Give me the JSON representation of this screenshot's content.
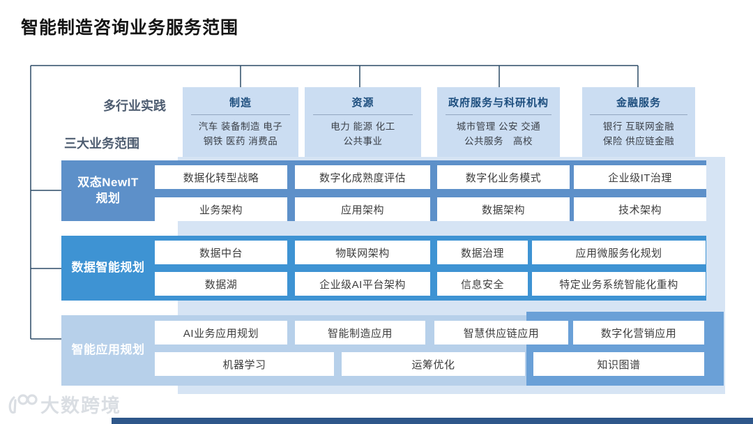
{
  "title": "智能制造咨询业务服务范围",
  "side_labels": {
    "industries": "多行业实践",
    "scopes": "三大业务范围"
  },
  "industry_columns": [
    {
      "title": "制造",
      "line1": "汽车 装备制造 电子",
      "line2": "钢铁 医药 消费品"
    },
    {
      "title": "资源",
      "line1": "电力 能源 化工",
      "line2": "公共事业"
    },
    {
      "title": "政府服务与科研机构",
      "line1": "城市管理 公安 交通",
      "line2": "公共服务　高校"
    },
    {
      "title": "金融服务",
      "line1": "银行 互联网金融",
      "line2": "保险 供应链金融"
    }
  ],
  "business_rows": [
    {
      "label_line1": "双态NewIT",
      "label_line2": "规划",
      "cols": [
        [
          "数据化转型战略",
          "业务架构"
        ],
        [
          "数字化成熟度评估",
          "应用架构"
        ],
        [
          "数字化业务模式",
          "数据架构"
        ],
        [
          "企业级IT治理",
          "技术架构"
        ]
      ]
    },
    {
      "label_line1": "数据智能规划",
      "label_line2": "",
      "cols": [
        [
          "数据中台",
          "数据湖"
        ],
        [
          "物联网架构",
          "企业级AI平台架构"
        ],
        [
          "数据治理",
          "信息安全"
        ],
        [
          "应用微服务化规划",
          "特定业务系统智能化重构"
        ]
      ]
    },
    {
      "label_line1": "智能应用规划",
      "label_line2": "",
      "top": [
        "AI业务应用规划",
        "智能制造应用",
        "智慧供应链应用",
        "数字化营销应用"
      ],
      "bottom": [
        "机器学习",
        "运筹优化",
        "知识图谱"
      ]
    }
  ],
  "watermark": {
    "text": "大数跨境"
  },
  "colors": {
    "header_band": "#cbddf2",
    "row1_band": "#5d90c9",
    "row2_band": "#3e93d3",
    "row3_band": "#b7d0ea",
    "row3_accent_block": "#6aa0d7",
    "connector_line": "#2b4a66",
    "header_title_text": "#1d4e7e",
    "cell_text": "#3d3d3d",
    "bottom_bar": "#2e578a",
    "watermark_gray": "#dadee3"
  }
}
